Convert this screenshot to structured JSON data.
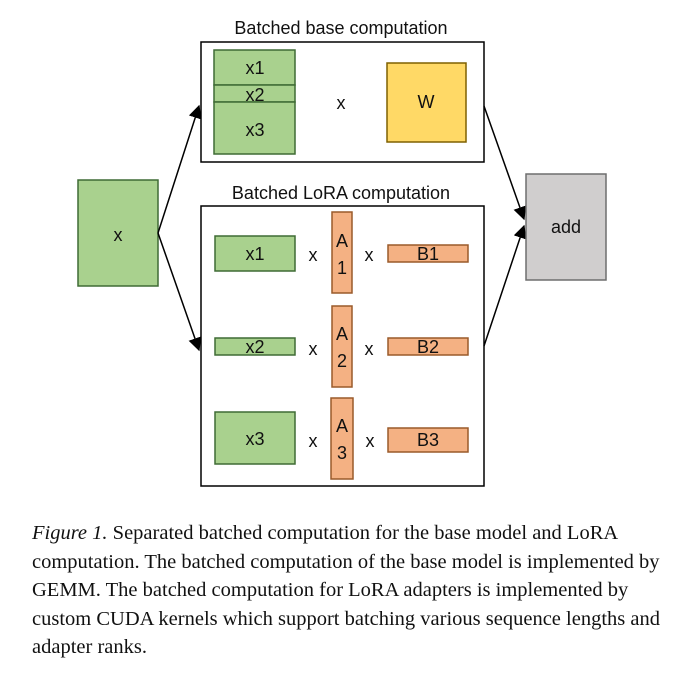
{
  "diagram": {
    "input_label": "x",
    "base": {
      "title": "Batched base computation",
      "inputs": [
        "x1",
        "x2",
        "x3"
      ],
      "op": "x",
      "weight": "W"
    },
    "lora": {
      "title": "Batched LoRA computation",
      "rows": [
        {
          "x": "x1",
          "op1": "x",
          "a1": "A",
          "a2": "1",
          "op2": "x",
          "b": "B1"
        },
        {
          "x": "x2",
          "op1": "x",
          "a1": "A",
          "a2": "2",
          "op2": "x",
          "b": "B2"
        },
        {
          "x": "x3",
          "op1": "x",
          "a1": "A",
          "a2": "3",
          "op2": "x",
          "b": "B3"
        }
      ]
    },
    "add_label": "add"
  },
  "caption": {
    "label": "Figure 1.",
    "text": " Separated batched computation for the base model and LoRA computation. The batched computation of the base model is implemented by GEMM. The batched computation for LoRA adapters is implemented by custom CUDA kernels which support batching various sequence lengths and adapter ranks."
  },
  "colors": {
    "green": "#a9d18e",
    "yellow": "#ffd966",
    "orange": "#f4b183",
    "gray": "#d0cece",
    "dark_green_border": "#3f6b35",
    "dark_orange_border": "#9a5a2a"
  }
}
